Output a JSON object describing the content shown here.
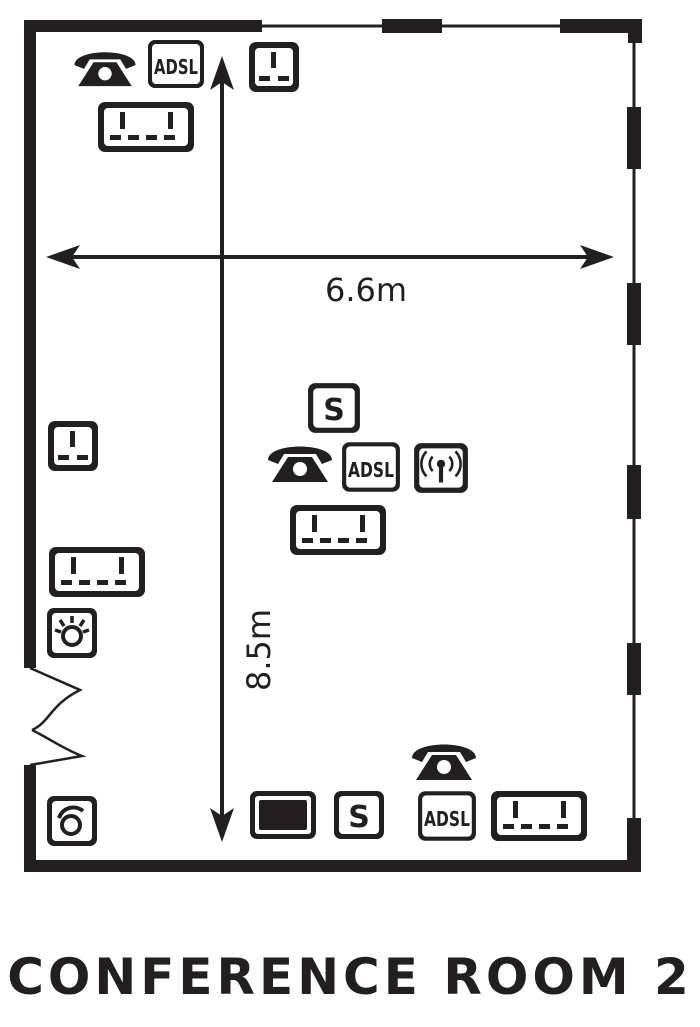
{
  "room": {
    "title": "CONFERENCE ROOM 2",
    "width_label": "6.6m",
    "length_label": "8.5m"
  },
  "icons": {
    "adsl": "ADSL",
    "speaker": "S",
    "names": [
      "telephone-icon",
      "adsl-icon",
      "double-socket-icon",
      "single-socket-icon",
      "speaker-icon",
      "wifi-icon",
      "screen-icon",
      "light-switch-icon",
      "dimmer-icon"
    ]
  },
  "colors": {
    "ink": "#231f20",
    "background": "#ffffff"
  }
}
